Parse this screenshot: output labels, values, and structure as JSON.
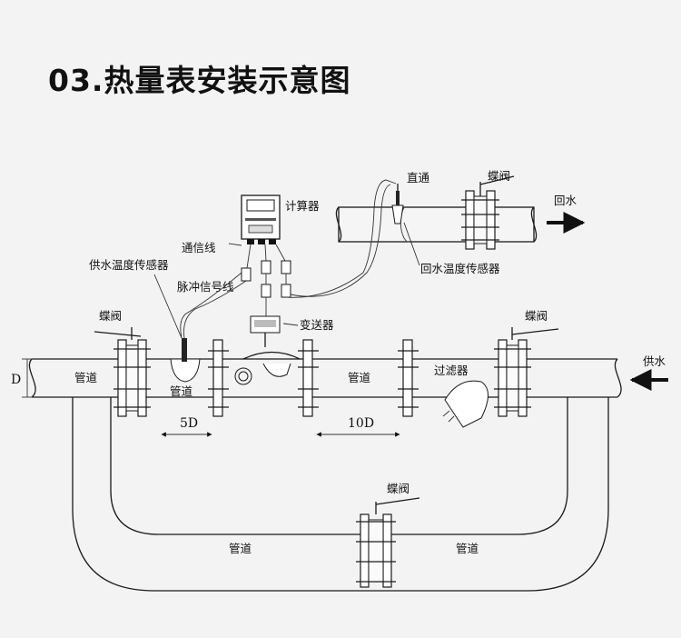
{
  "title": "03.热量表安装示意图",
  "labels": {
    "calculator": "计算器",
    "comm_line": "通信线",
    "supply_temp_sensor": "供水温度传感器",
    "pulse_line": "脉冲信号线",
    "transmitter": "变送器",
    "straight": "直通",
    "butterfly_valve": "蝶阀",
    "return_water": "回水",
    "return_temp_sensor": "回水温度传感器",
    "supply_water": "供水",
    "pipe": "管道",
    "filter": "过滤器",
    "diameter": "D",
    "dist_5d": "5D",
    "dist_10d": "10D"
  }
}
